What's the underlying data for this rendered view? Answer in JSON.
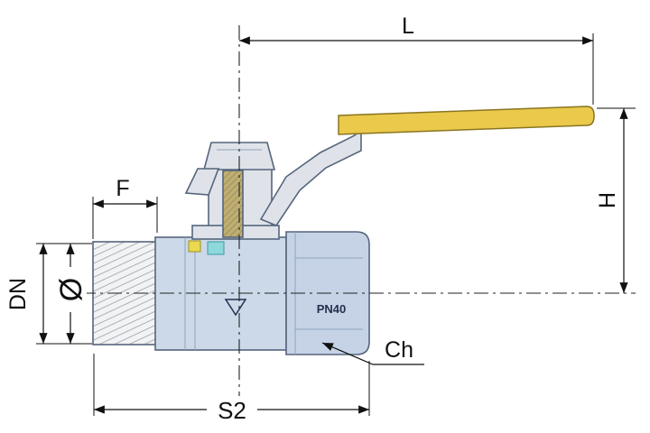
{
  "figure": {
    "type": "technical-drawing",
    "subject": "brass ball valve, side view with dimensions"
  },
  "dimensions": {
    "L": "L",
    "H": "H",
    "F": "F",
    "DN": "DN",
    "diameter": "Ø",
    "S2": "S2",
    "Ch": "Ch"
  },
  "markings": {
    "pressure_rating": "PN40"
  },
  "colors": {
    "handle": "#eac94b",
    "handle_edge": "#8a7520",
    "body": "#ccd9e8",
    "coupling": "#c6d3e6",
    "thread": "#f2f3f4",
    "brass_section": "#bfae74",
    "steel": "#dfe3e9",
    "seal_yellow": "#ead94e",
    "seal_cyan": "#8ed8dc",
    "outline": "#55657d",
    "dimension_lines": "#111111",
    "background": "#ffffff"
  }
}
